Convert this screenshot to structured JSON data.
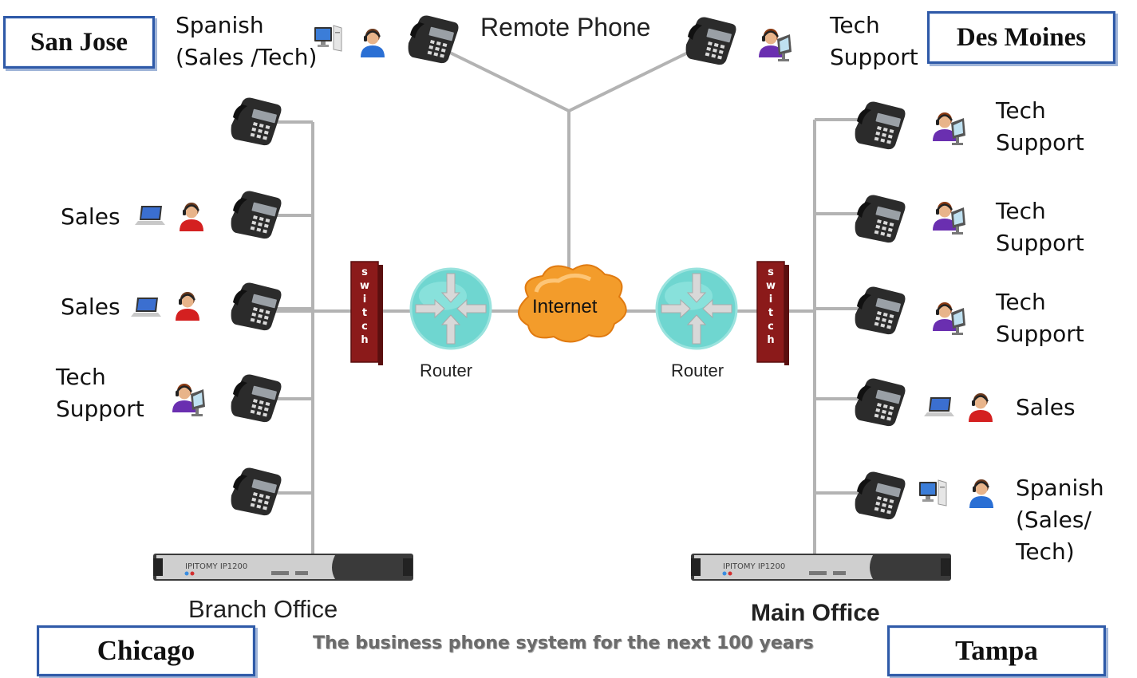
{
  "cities": {
    "san_jose": "San Jose",
    "des_moines": "Des Moines",
    "chicago": "Chicago",
    "tampa": "Tampa"
  },
  "remote": {
    "title": "Remote Phone",
    "left_line1": "Spanish",
    "left_line2": "(Sales /Tech)",
    "right_line1": "Tech",
    "right_line2": "Support"
  },
  "branch": {
    "name": "Branch Office",
    "switch_label": "switch",
    "router_label": "Router",
    "users": [
      {
        "line1": "Sales",
        "line2": ""
      },
      {
        "line1": "Sales",
        "line2": ""
      },
      {
        "line1": "Tech",
        "line2": "Support"
      }
    ]
  },
  "main": {
    "name": "Main Office",
    "switch_label": "switch",
    "router_label": "Router",
    "users": [
      {
        "line1": "Tech",
        "line2": "Support"
      },
      {
        "line1": "Tech",
        "line2": "Support"
      },
      {
        "line1": "Tech",
        "line2": "Support"
      },
      {
        "line1": "Sales",
        "line2": ""
      },
      {
        "line1": "Spanish",
        "line2": "(Sales/",
        "line3": "Tech)"
      }
    ]
  },
  "internet_label": "Internet",
  "appliance_brand": "IPITOMY",
  "appliance_model": "IP1200",
  "tagline": "The business phone system for the next 100 years",
  "colors": {
    "city_border": "#2f5aa8",
    "router": "#6fd6d0",
    "switch": "#8b1a1a",
    "cloud": "#f39c2b",
    "line": "#b3b3b3"
  }
}
